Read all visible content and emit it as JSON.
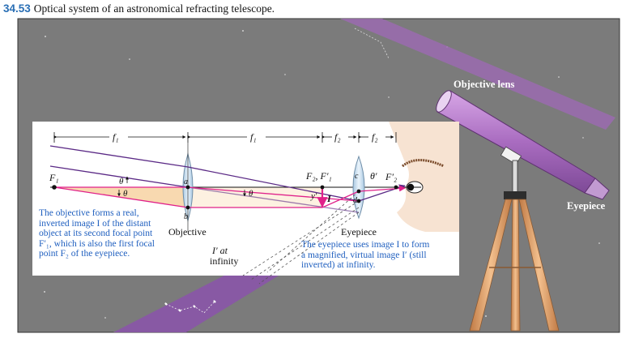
{
  "figure": {
    "number": "34.53",
    "title": "Optical system of an astronomical refracting telescope."
  },
  "labels": {
    "objective_lens": "Objective lens",
    "eyepiece_right": "Eyepiece",
    "objective": "Objective",
    "eyepiece": "Eyepiece",
    "image_infinity_line1": "I′ at",
    "image_infinity_line2": "infinity",
    "f1_left": "f₁",
    "f1_right": "f₁",
    "f2_left": "f₂",
    "f2_right": "f₂",
    "F1": "F₁",
    "F2_F1prime": "F₂, F′₁",
    "theta_prime": "θ′",
    "F2prime": "F′₂",
    "theta_a": "θ",
    "theta_b": "θ",
    "theta_c": "θ",
    "y_prime": "y′",
    "I": "I",
    "a": "a",
    "b": "b",
    "c": "c",
    "d": "d"
  },
  "annotations": {
    "objective_note": [
      "The objective forms a real,",
      "inverted image I of the distant",
      "object at its second focal point",
      "F′₁, which is also the first focal",
      "point F₂ of the eyepiece."
    ],
    "eyepiece_note": [
      "The eyepiece uses image I to form",
      "a magnified, virtual image I′ (still",
      "inverted) at infinity."
    ]
  },
  "colors": {
    "sky": "#7a7a7a",
    "ray_pink": "#e0218a",
    "ray_purple": "#5b2a86",
    "note_blue": "#1f5fbf",
    "tube": "#b47cc9",
    "lens": "#c9dff0",
    "tripod": "#e7a46a"
  }
}
